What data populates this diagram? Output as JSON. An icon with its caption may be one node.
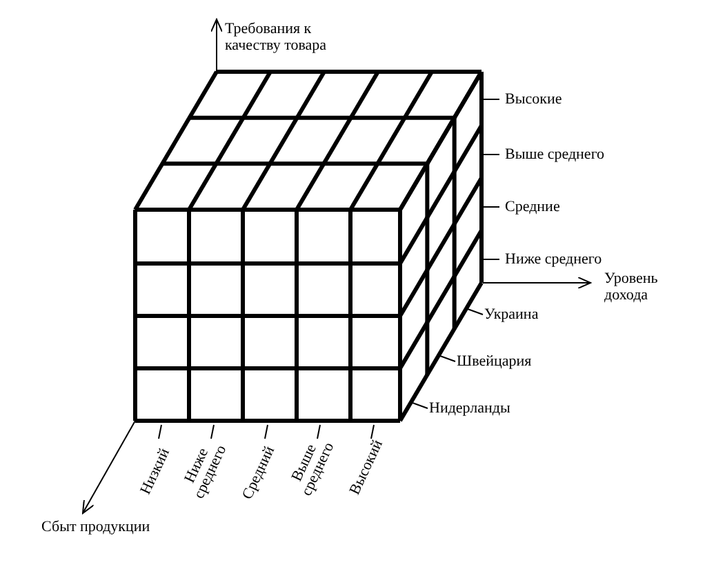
{
  "diagram": {
    "labels": [
      "Требования к качеству товара",
      "Высокие",
      "Выше среднего",
      "Средние",
      "Ниже среднего",
      "Уровень дохода",
      "Украина",
      "Швейцария",
      "Нидерланды",
      "Низкий",
      "Ниже среднего",
      "Средний",
      "Выше среднего",
      "Высокий",
      "Сбыт продукции"
    ]
  }
}
